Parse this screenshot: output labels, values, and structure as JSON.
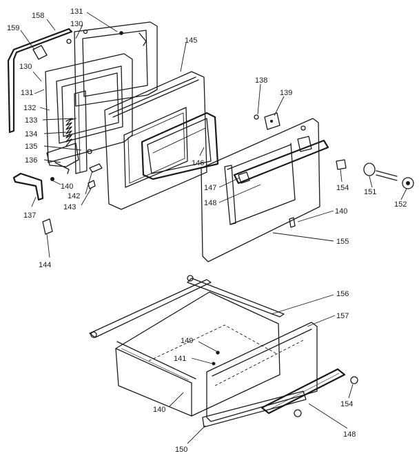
{
  "callouts": [
    {
      "id": "158",
      "text": "158"
    },
    {
      "id": "131a",
      "text": "131"
    },
    {
      "id": "159",
      "text": "159"
    },
    {
      "id": "130a",
      "text": "130"
    },
    {
      "id": "130b",
      "text": "130"
    },
    {
      "id": "131b",
      "text": "131"
    },
    {
      "id": "132",
      "text": "132"
    },
    {
      "id": "133",
      "text": "133"
    },
    {
      "id": "134",
      "text": "134"
    },
    {
      "id": "135",
      "text": "135"
    },
    {
      "id": "136",
      "text": "136"
    },
    {
      "id": "140a",
      "text": "140"
    },
    {
      "id": "142",
      "text": "142"
    },
    {
      "id": "143",
      "text": "143"
    },
    {
      "id": "137",
      "text": "137"
    },
    {
      "id": "144",
      "text": "144"
    },
    {
      "id": "145",
      "text": "145"
    },
    {
      "id": "146",
      "text": "146"
    },
    {
      "id": "147",
      "text": "147"
    },
    {
      "id": "148a",
      "text": "148"
    },
    {
      "id": "138",
      "text": "138"
    },
    {
      "id": "139",
      "text": "139"
    },
    {
      "id": "154a",
      "text": "154"
    },
    {
      "id": "151",
      "text": "151"
    },
    {
      "id": "152",
      "text": "152"
    },
    {
      "id": "140b",
      "text": "140"
    },
    {
      "id": "155",
      "text": "155"
    },
    {
      "id": "156",
      "text": "156"
    },
    {
      "id": "157",
      "text": "157"
    },
    {
      "id": "149",
      "text": "149"
    },
    {
      "id": "141",
      "text": "141"
    },
    {
      "id": "140c",
      "text": "140"
    },
    {
      "id": "154b",
      "text": "154"
    },
    {
      "id": "148b",
      "text": "148"
    },
    {
      "id": "150",
      "text": "150"
    }
  ]
}
